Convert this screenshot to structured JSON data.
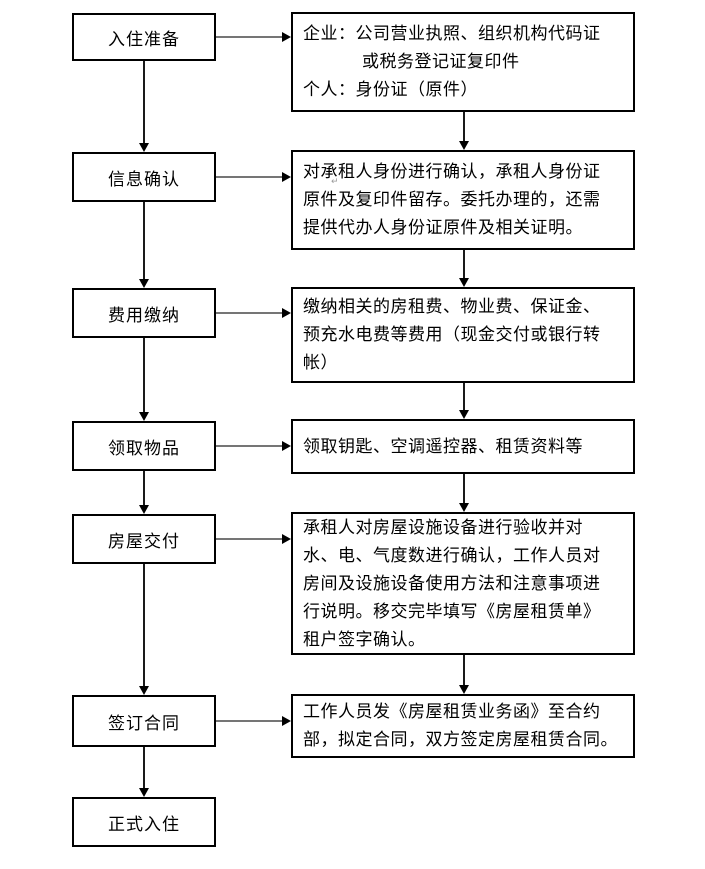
{
  "diagram": {
    "type": "flowchart",
    "subject": "房屋租赁入住流程",
    "steps": [
      {
        "label": "入住准备",
        "detail_lines": [
          "企业：公司营业执照、组织机构代码证",
          "或税务登记证复印件",
          "个人：身份证（原件）"
        ]
      },
      {
        "label": "信息确认",
        "detail_lines": [
          "对承租人身份进行确认，承租人身份证",
          "原件及复印件留存。委托办理的，还需",
          "提供代办人身份证原件及相关证明。"
        ]
      },
      {
        "label": "费用缴纳",
        "detail_lines": [
          "缴纳相关的房租费、物业费、保证金、",
          "预充水电费等费用（现金交付或银行转",
          "帐）"
        ]
      },
      {
        "label": "领取物品",
        "detail_lines": [
          "领取钥匙、空调遥控器、租赁资料等"
        ]
      },
      {
        "label": "房屋交付",
        "detail_lines": [
          "承租人对房屋设施设备进行验收并对",
          "水、电、气度数进行确认，工作人员对",
          "房间及设施设备使用方法和注意事项进",
          "行说明。移交完毕填写《房屋租赁单》",
          "租户签字确认。"
        ]
      },
      {
        "label": "签订合同",
        "detail_lines": [
          "工作人员发《房屋租赁业务函》至合约",
          "部，拟定合同，双方签定房屋租赁合同。"
        ]
      },
      {
        "label": "正式入住",
        "detail_lines": []
      }
    ],
    "artifact_mark": "↵",
    "colors": {
      "box_border": "#000000",
      "text": "#000000",
      "h_arrow_line": "#757575",
      "arrowhead": "#000000"
    }
  }
}
